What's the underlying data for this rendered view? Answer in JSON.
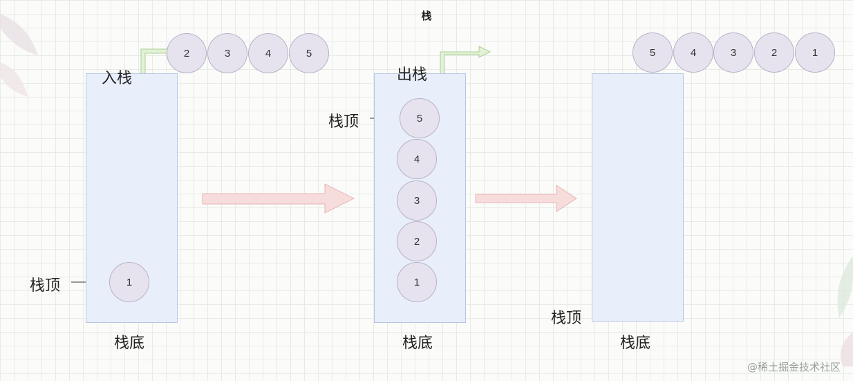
{
  "title": "栈",
  "labels": {
    "push": "入栈",
    "pop": "出栈",
    "top": "栈顶",
    "bottom": "栈底"
  },
  "stage1": {
    "incoming": [
      "2",
      "3",
      "4",
      "5"
    ],
    "inside": [
      "1"
    ]
  },
  "stage2": {
    "inside_top_to_bottom": [
      "5",
      "4",
      "3",
      "2",
      "1"
    ]
  },
  "stage3": {
    "popped": [
      "5",
      "4",
      "3",
      "2",
      "1"
    ]
  },
  "watermark": "@稀土掘金技术社区",
  "colors": {
    "stack_fill": "#e8effb",
    "ball_fill": "#e7e3ee",
    "green_arrow": "#e3f1d8",
    "pink_arrow": "#f7dcdc"
  }
}
